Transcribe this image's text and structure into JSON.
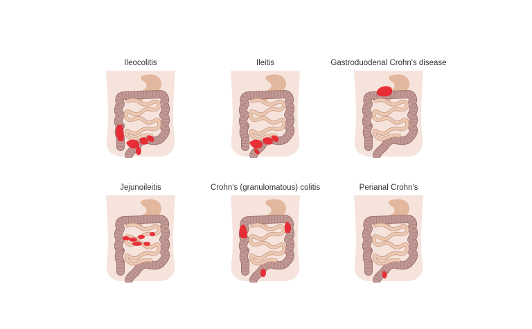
{
  "figure": {
    "panels": [
      {
        "label": "Ileocolitis",
        "affected": "ileocolitis"
      },
      {
        "label": "Ileitis",
        "affected": "ileitis"
      },
      {
        "label": "Gastroduodenal Crohn's disease",
        "affected": "gastroduodenal"
      },
      {
        "label": "Jejunoileitis",
        "affected": "jejunoileitis"
      },
      {
        "label": "Crohn's (granulomatous) colitis",
        "affected": "colitis"
      },
      {
        "label": "Perianal Crohn's",
        "affected": "perianal"
      }
    ]
  },
  "colors": {
    "background": "#ffffff",
    "torso": "#f6e4dc",
    "stomach": "#e3b79e",
    "small_intestine": "#ecc9b2",
    "small_intestine_line": "#c89a86",
    "colon": "#c29995",
    "colon_line": "#9e7570",
    "inflammation": "#e8262f",
    "title_text": "#333333"
  }
}
